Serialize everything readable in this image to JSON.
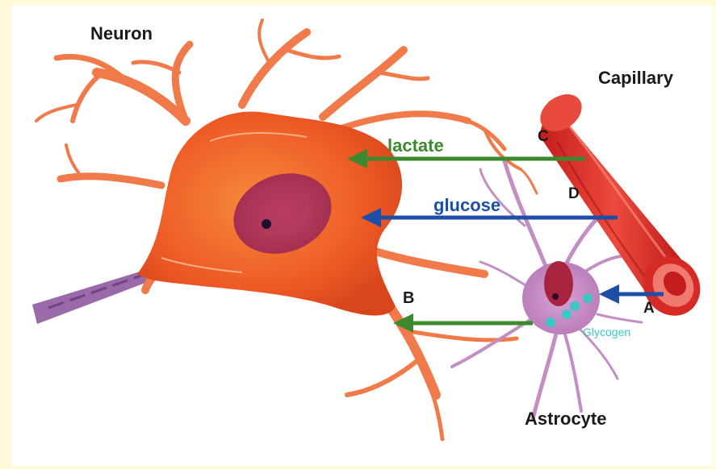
{
  "labels": {
    "neuron": "Neuron",
    "capillary": "Capillary",
    "astrocyte": "Astrocyte",
    "lactate": "lactate",
    "glucose": "glucose",
    "glycogen": "Glycogen",
    "letter_a": "A",
    "letter_b": "B",
    "letter_c": "C",
    "letter_d": "D"
  },
  "colors": {
    "background": "#fdfbd9",
    "neuron": "#f0612a",
    "capillary": "#e8322a",
    "astrocyte": "#c990c8",
    "lactate_arrow": "#3d8a2e",
    "glucose_arrow": "#1e4fa8",
    "glycogen": "#3cc6c8"
  }
}
